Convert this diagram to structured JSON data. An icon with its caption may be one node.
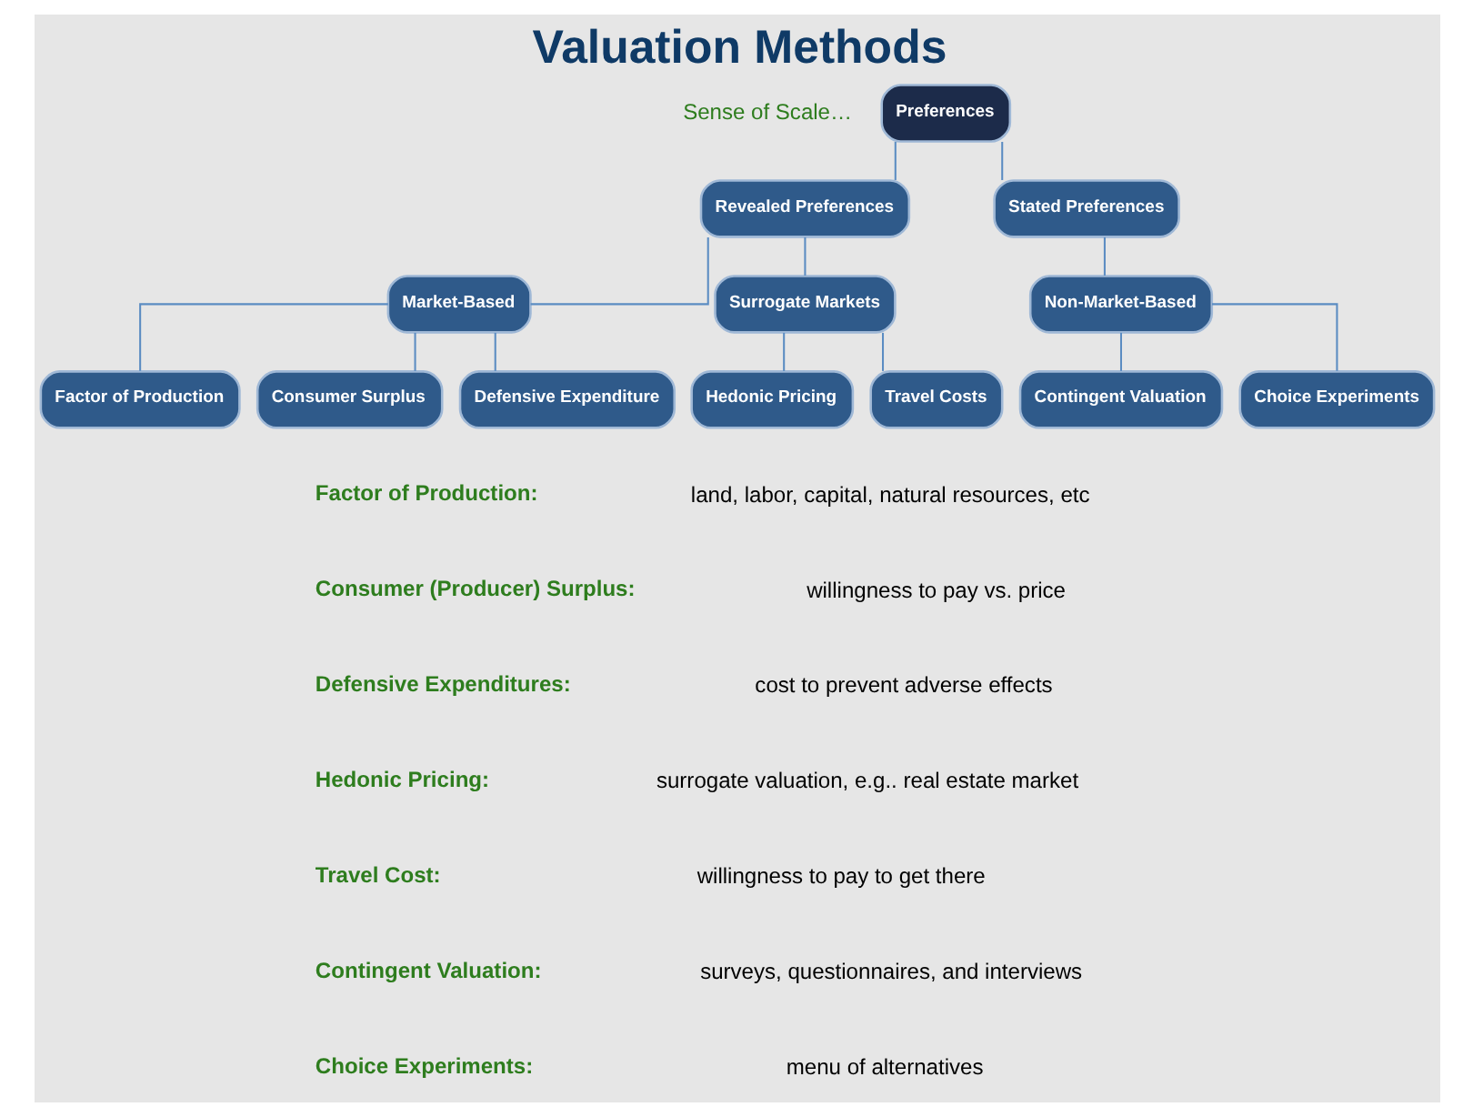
{
  "diagram": {
    "title": "Valuation Methods",
    "nodes": [
      {
        "text": [
          "Preferences"
        ]
      },
      {
        "text": [
          "Revealed Preferences"
        ]
      },
      {
        "text": [
          "Stated Preferences"
        ]
      },
      {
        "text": [
          "Market-Based"
        ]
      },
      {
        "text": [
          "Surrogate Markets"
        ]
      },
      {
        "text": [
          "Non-Market-Based"
        ]
      },
      {
        "text": [
          "Factor of Production"
        ]
      },
      {
        "text": [
          "Consumer Surplus"
        ]
      },
      {
        "text": [
          "Defensive Expenditure"
        ]
      },
      {
        "text": [
          "Hedonic Pricing"
        ]
      },
      {
        "text": [
          "Travel Costs"
        ]
      },
      {
        "text": [
          "Contingent Valuation"
        ]
      },
      {
        "text": [
          "Choice Experiments"
        ]
      }
    ],
    "edges": [
      {
        "from": 0,
        "to": 1,
        "arrow": "none"
      },
      {
        "from": 0,
        "to": 2,
        "arrow": "none"
      },
      {
        "from": 1,
        "to": 3,
        "arrow": "none"
      },
      {
        "from": 1,
        "to": 4,
        "arrow": "none"
      },
      {
        "from": 2,
        "to": 5,
        "arrow": "none"
      },
      {
        "from": 3,
        "to": 6,
        "arrow": "none"
      },
      {
        "from": 3,
        "to": 7,
        "arrow": "none"
      },
      {
        "from": 3,
        "to": 8,
        "arrow": "none"
      },
      {
        "from": 4,
        "to": 9,
        "arrow": "none"
      },
      {
        "from": 4,
        "to": 10,
        "arrow": "none"
      },
      {
        "from": 5,
        "to": 11,
        "arrow": "none"
      },
      {
        "from": 5,
        "to": 12,
        "arrow": "none"
      }
    ],
    "labels": [
      "Sense of Scale…",
      "**Factor of Production:** land, labor, capital, natural resources, etc",
      "**Consumer (Producer) Surplus:** willingness to pay vs. price",
      "**Defensive Expenditures:** cost to prevent adverse effects",
      "**Hedonic Pricing:** surrogate valuation, e.g.. real estate market",
      "**Travel Cost:** willingness to pay to get there",
      "**Contingent Valuation:** surveys, questionnaires, and interviews",
      "**Choice Experiments:** menu of alternatives"
    ]
  }
}
